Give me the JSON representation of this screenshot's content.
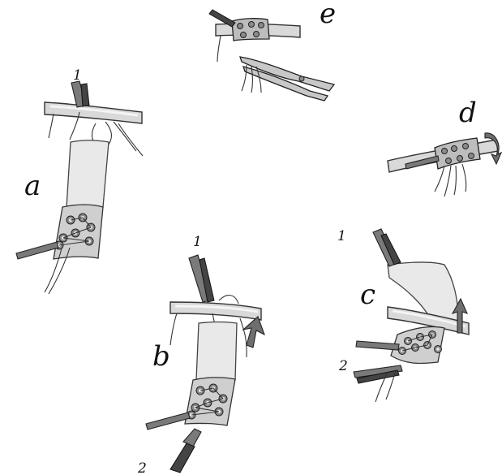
{
  "steps": {
    "a": "a",
    "b": "b",
    "c": "c",
    "d": "d",
    "e": "e"
  },
  "strands": {
    "a_1": "1",
    "b_1": "1",
    "b_2": "2",
    "c_1": "1",
    "c_2": "2"
  }
}
